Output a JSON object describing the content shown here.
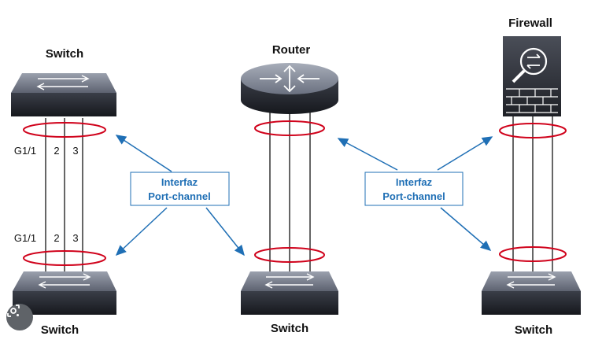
{
  "devices": {
    "switch_top_left": "Switch",
    "switch_bottom_left": "Switch",
    "router": "Router",
    "switch_bottom_center": "Switch",
    "firewall": "Firewall",
    "switch_bottom_right": "Switch"
  },
  "ports_top": [
    "G1/1",
    "2",
    "3"
  ],
  "ports_bottom": [
    "G1/1",
    "2",
    "3"
  ],
  "callouts": {
    "left": {
      "line1": "Interfaz",
      "line2": "Port-channel"
    },
    "right": {
      "line1": "Interfaz",
      "line2": "Port-channel"
    }
  },
  "colors": {
    "link_ring": "#d0021b",
    "arrow": "#1f6fb5",
    "device_dark": "#2b2e36"
  },
  "icons": {
    "lens": "google-lens-icon"
  }
}
